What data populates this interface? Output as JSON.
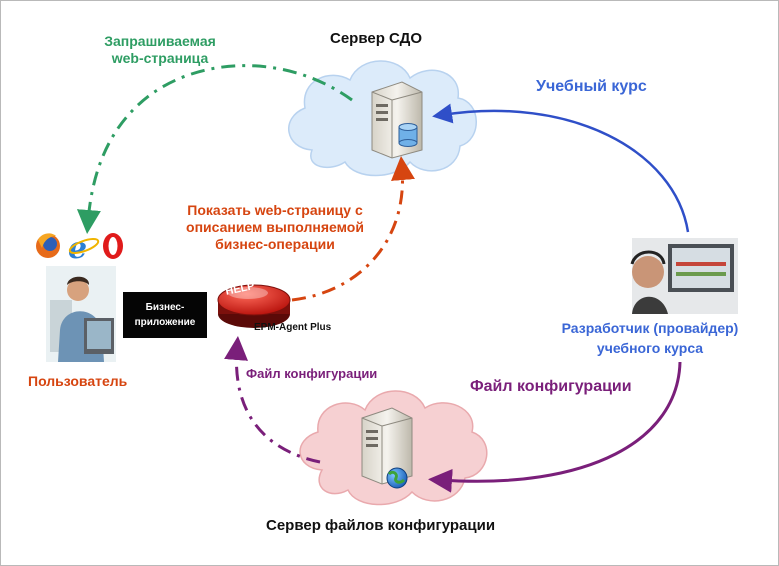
{
  "labels": {
    "lms_server": "Сервер СДО",
    "requested_page_line1": "Запрашиваемая",
    "requested_page_line2": "web-страница",
    "course": "Учебный курс",
    "show_page_line1": "Показать web-страницу с",
    "show_page_line2": "описанием выполняемой",
    "show_page_line3": "бизнес-операции",
    "user": "Пользователь",
    "developer_line1": "Разработчик (провайдер)",
    "developer_line2": "учебного курса",
    "config_file_small": "Файл конфигурации",
    "config_file_big": "Файл конфигурации",
    "config_server": "Сервер файлов конфигурации",
    "epm_agent": "EPM-Agent Plus",
    "business_app_line1": "Бизнес-",
    "business_app_line2": "приложение",
    "help_button": "HELP"
  },
  "colors": {
    "green": "#2e9d63",
    "blue": "#2f4fc8",
    "red": "#d64510",
    "purple": "#7a1f7a",
    "cloud_blue": "#dcebfa",
    "cloud_pink": "#f6d0d2"
  },
  "icons": [
    "server-icon",
    "database-icon",
    "globe-icon",
    "firefox-icon",
    "ie-icon",
    "opera-icon",
    "help-button-icon",
    "user-photo",
    "developer-photo"
  ]
}
